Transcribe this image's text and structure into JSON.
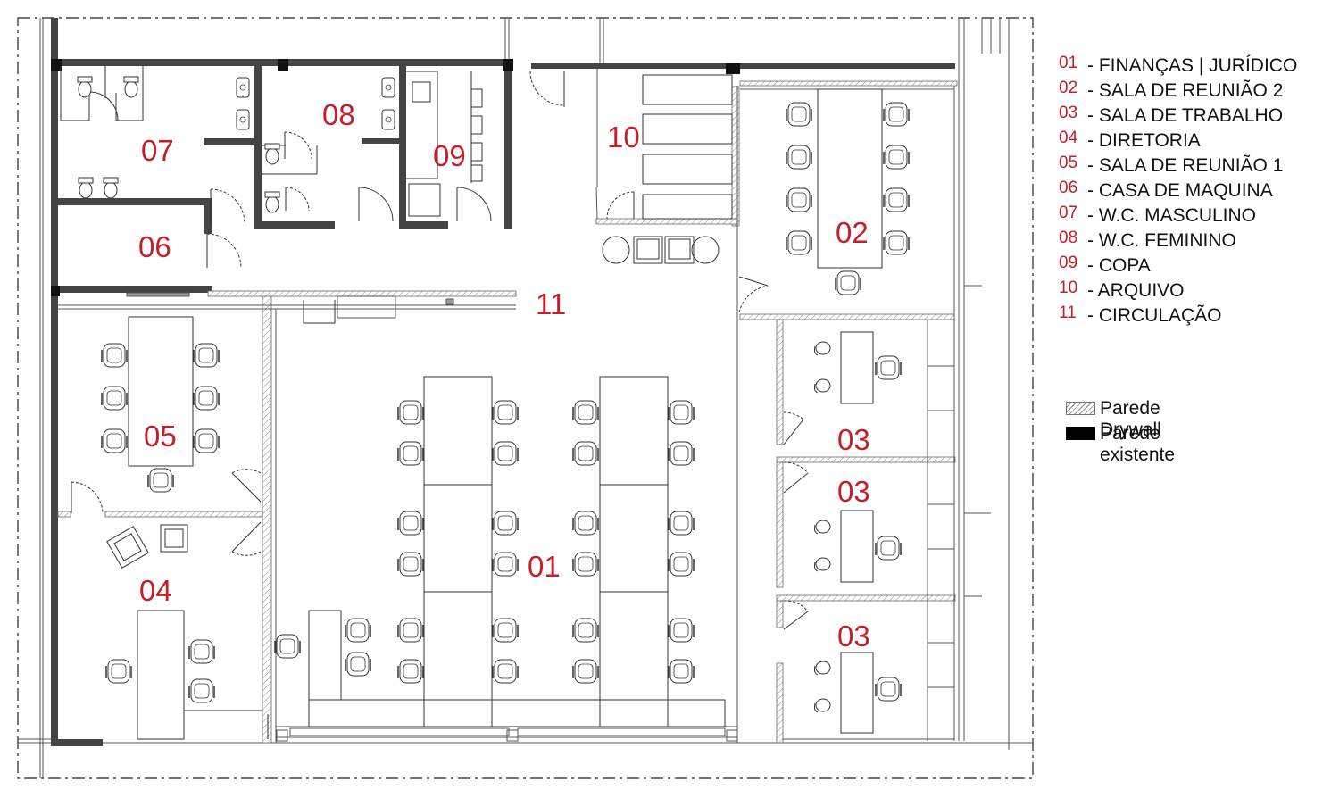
{
  "colors": {
    "accent": "#c41e2a",
    "wall": "#444444",
    "line": "#333333"
  },
  "rooms": [
    {
      "id": "07",
      "label": "07"
    },
    {
      "id": "08",
      "label": "08"
    },
    {
      "id": "09",
      "label": "09"
    },
    {
      "id": "10",
      "label": "10"
    },
    {
      "id": "02",
      "label": "02"
    },
    {
      "id": "06",
      "label": "06"
    },
    {
      "id": "11",
      "label": "11"
    },
    {
      "id": "05",
      "label": "05"
    },
    {
      "id": "03a",
      "label": "03"
    },
    {
      "id": "03b",
      "label": "03"
    },
    {
      "id": "04",
      "label": "04"
    },
    {
      "id": "01",
      "label": "01"
    },
    {
      "id": "03c",
      "label": "03"
    }
  ],
  "legend": [
    {
      "num": "01",
      "text": "- FINANÇAS | JURÍDICO"
    },
    {
      "num": "02",
      "text": "- SALA DE REUNIÃO 2"
    },
    {
      "num": "03",
      "text": "- SALA DE TRABALHO"
    },
    {
      "num": "04",
      "text": "- DIRETORIA"
    },
    {
      "num": "05",
      "text": "- SALA DE REUNIÃO 1"
    },
    {
      "num": "06",
      "text": "- CASA DE MAQUINA"
    },
    {
      "num": "07",
      "text": "- W.C. MASCULINO"
    },
    {
      "num": "08",
      "text": "- W.C. FEMININO"
    },
    {
      "num": "09",
      "text": "- COPA"
    },
    {
      "num": "10",
      "text": "- ARQUIVO"
    },
    {
      "num": "11",
      "text": "- CIRCULAÇÃO"
    }
  ],
  "wall_key": {
    "drywall": "Parede Drywall",
    "existente": "Parede existente"
  }
}
